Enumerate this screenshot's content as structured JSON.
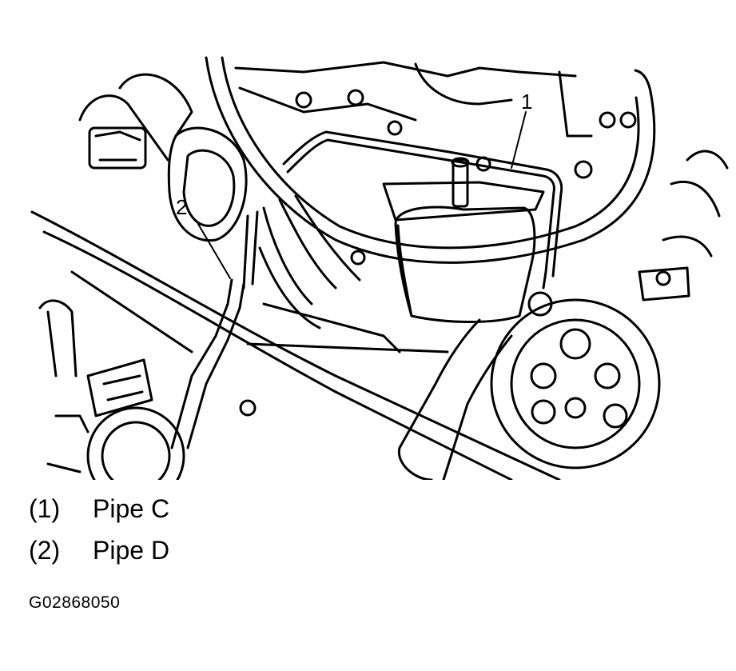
{
  "callouts": [
    {
      "label": "1"
    },
    {
      "label": "2"
    }
  ],
  "legend": [
    {
      "num": "(1)",
      "text": "Pipe C"
    },
    {
      "num": "(2)",
      "text": "Pipe D"
    }
  ],
  "figure_code": "G02868050",
  "colors": {
    "ink": "#000000",
    "paper": "#ffffff"
  }
}
